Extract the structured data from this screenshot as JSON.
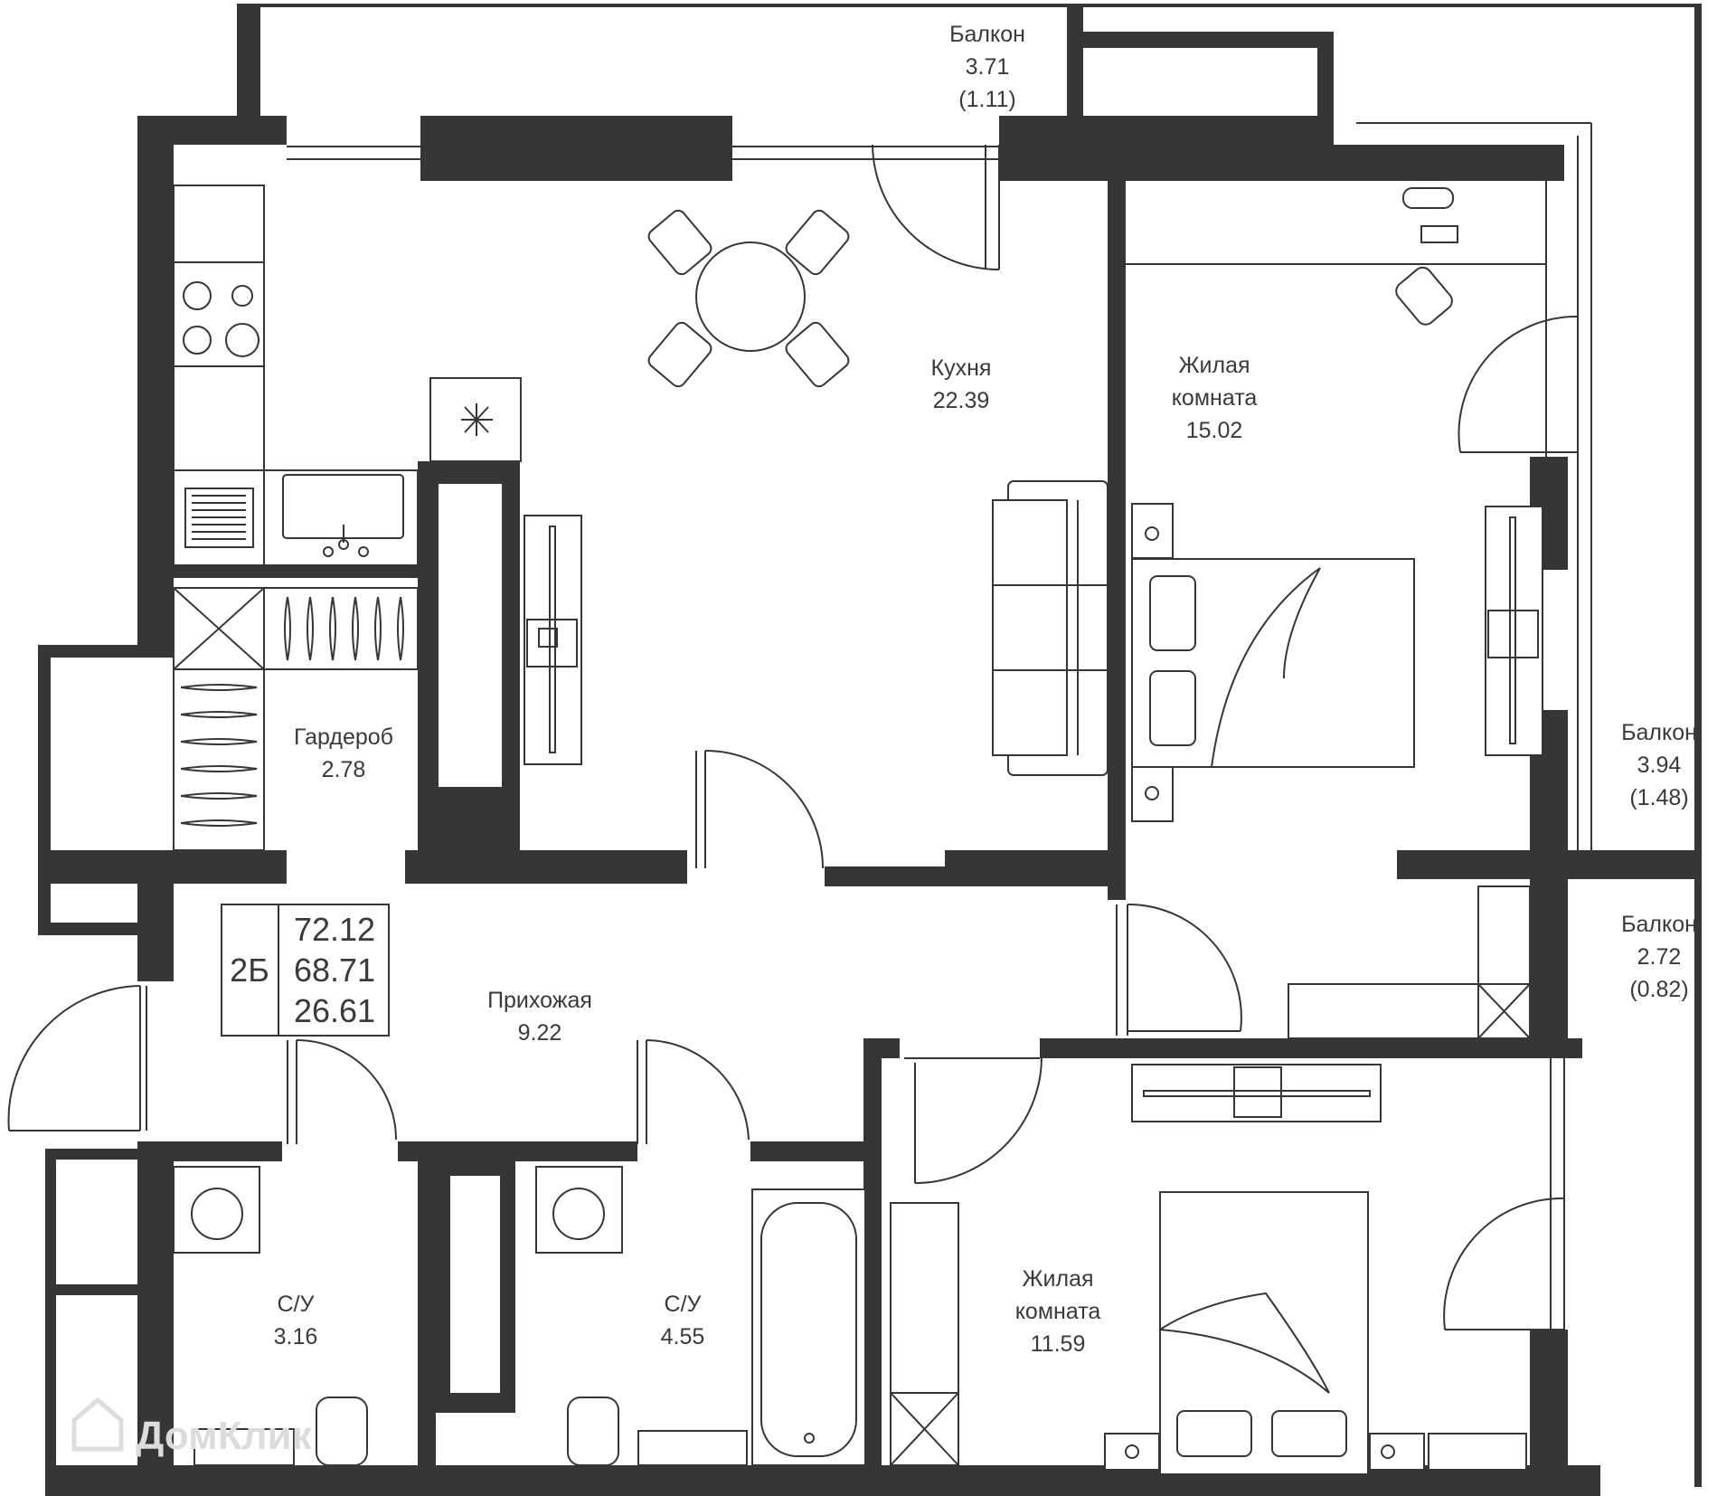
{
  "rooms": {
    "balcony_top": {
      "name": "Балкон",
      "area": "3.71",
      "area_reduced": "(1.11)"
    },
    "kitchen": {
      "name": "Кухня",
      "area": "22.39"
    },
    "bedroom1": {
      "name_line1": "Жилая",
      "name_line2": "комната",
      "area": "15.02"
    },
    "balcony_right1": {
      "name": "Балкон",
      "area": "3.94",
      "area_reduced": "(1.48)"
    },
    "balcony_right2": {
      "name": "Балкон",
      "area": "2.72",
      "area_reduced": "(0.82)"
    },
    "wardrobe": {
      "name": "Гардероб",
      "area": "2.78"
    },
    "hallway": {
      "name": "Прихожая",
      "area": "9.22"
    },
    "bathroom1": {
      "name": "С/У",
      "area": "3.16"
    },
    "bathroom2": {
      "name": "С/У",
      "area": "4.55"
    },
    "bedroom2": {
      "name_line1": "Жилая",
      "name_line2": "комната",
      "area": "11.59"
    }
  },
  "summary": {
    "type": "2Б",
    "total_area": "72.12",
    "area_reduced": "68.71",
    "living_area": "26.61"
  },
  "watermark": "ДомКлик",
  "colors": {
    "wall": "#363636",
    "text": "#3a3a3a",
    "background": "#ffffff"
  }
}
